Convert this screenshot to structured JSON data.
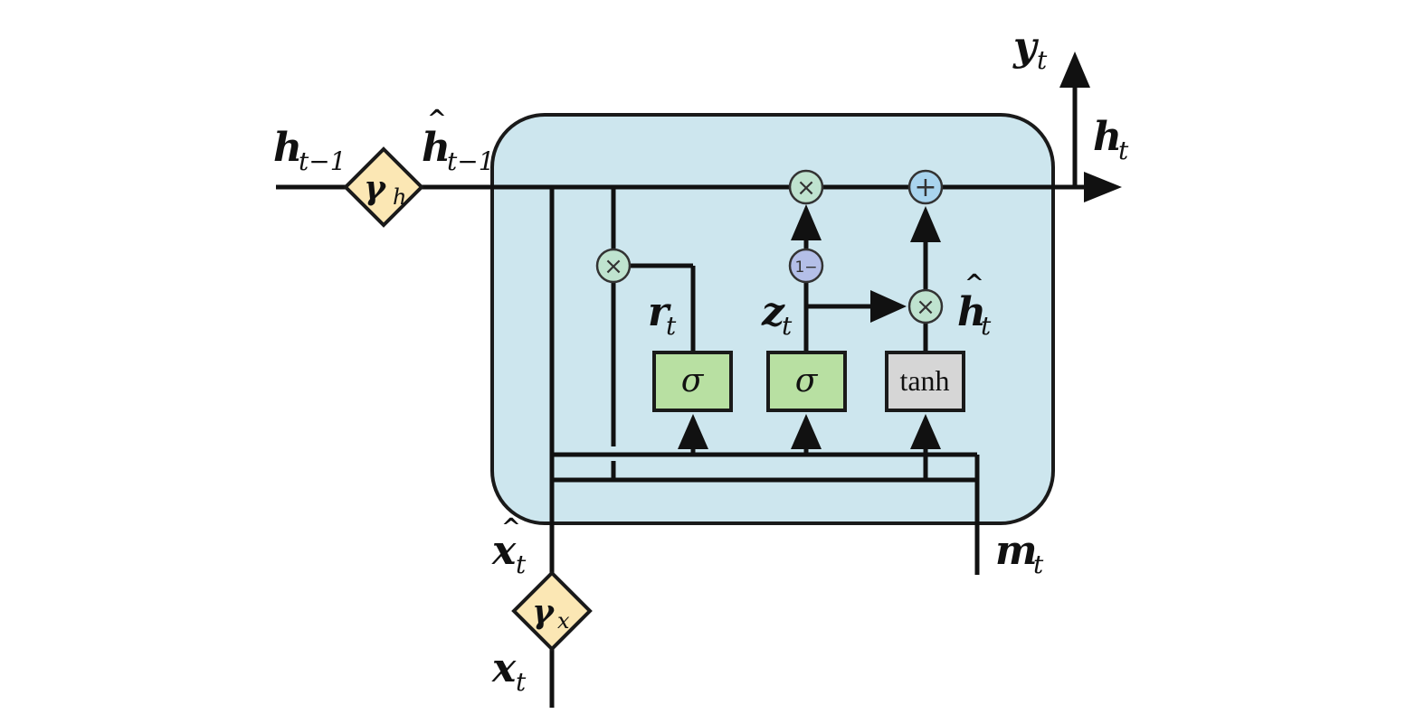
{
  "labels": {
    "h_prev": {
      "main": "h",
      "sub": "t−1"
    },
    "h_hat_prev": {
      "main": "h",
      "sub": "t−1",
      "accent": "^"
    },
    "gamma_h": {
      "main": "γ",
      "sub": "h"
    },
    "y_t": {
      "main": "y",
      "sub": "t"
    },
    "h_t": {
      "main": "h",
      "sub": "t"
    },
    "r_t": {
      "main": "r",
      "sub": "t"
    },
    "z_t": {
      "main": "z",
      "sub": "t"
    },
    "h_hat_t": {
      "main": "h",
      "sub": "t",
      "accent": "^"
    },
    "x_hat_t": {
      "main": "x",
      "sub": "t",
      "accent": "^"
    },
    "m_t": {
      "main": "m",
      "sub": "t"
    },
    "gamma_x": {
      "main": "γ",
      "sub": "x"
    },
    "x_t": {
      "main": "x",
      "sub": "t"
    }
  },
  "gates": {
    "reset_sigma": "σ",
    "update_sigma": "σ",
    "candidate_tanh": "tanh"
  },
  "operators": {
    "multiply": "×",
    "add": "+",
    "one_minus": "1−"
  },
  "colors": {
    "cell_fill": "#cde6ee",
    "gate_sigma_fill": "#b8e0a2",
    "gate_tanh_fill": "#d6d6d6",
    "decay_fill": "#fbe7b4",
    "mult_fill": "#bfe3cf",
    "add_fill": "#a9d4ee",
    "one_minus_fill": "#b4bfe8",
    "wire": "#111111"
  }
}
